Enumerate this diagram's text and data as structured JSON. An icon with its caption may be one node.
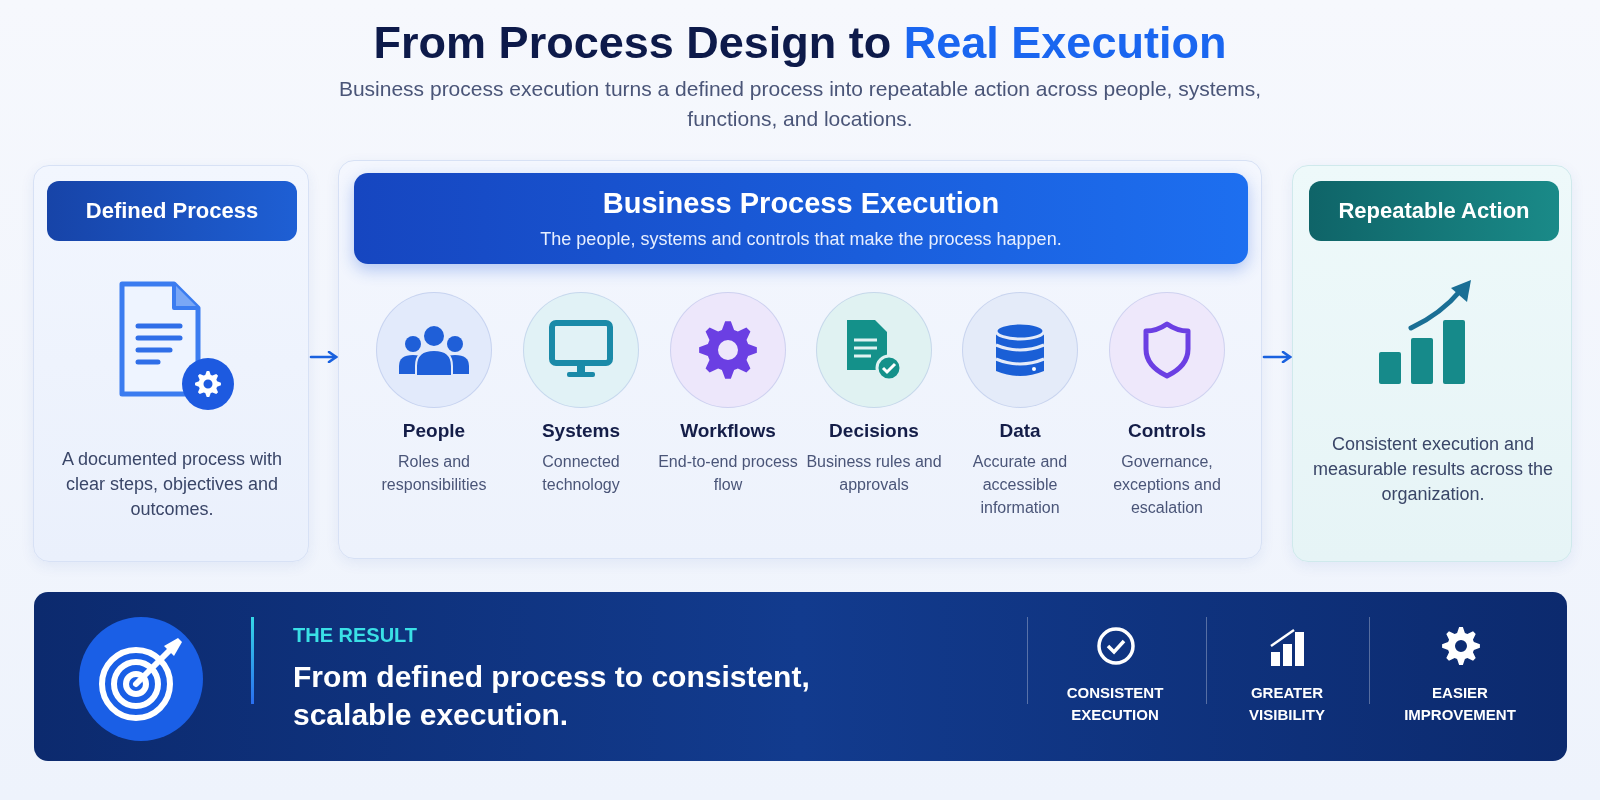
{
  "diagram": {
    "title": "From Process Design to Real Execution",
    "nodes": [
      {
        "text": [
          "Defined Process",
          "A documented process with clear steps, objectives and outcomes."
        ]
      },
      {
        "text": [
          "Business Process Execution",
          "The people, systems and controls that make the process happen."
        ]
      },
      {
        "text": [
          "People",
          "Roles and responsibilities"
        ],
        "in": 1
      },
      {
        "text": [
          "Systems",
          "Connected technology"
        ],
        "in": 1
      },
      {
        "text": [
          "Workflows",
          "End-to-end process flow"
        ],
        "in": 1
      },
      {
        "text": [
          "Decisions",
          "Business rules and approvals"
        ],
        "in": 1
      },
      {
        "text": [
          "Data",
          "Accurate and accessible information"
        ],
        "in": 1
      },
      {
        "text": [
          "Controls",
          "Governance, exceptions and escalation"
        ],
        "in": 1
      },
      {
        "text": [
          "Repeatable Action",
          "Consistent execution and measurable results across the organization."
        ]
      },
      {
        "text": [
          "THE RESULT",
          "From defined process to consistent, scalable execution."
        ]
      }
    ],
    "edges": [
      {
        "from": 0,
        "to": 1,
        "arrow": "to"
      },
      {
        "from": 1,
        "to": 8,
        "arrow": "to"
      }
    ],
    "labels": [
      "Business process execution turns a defined process into repeatable action across people, systems, functions, and locations.",
      "CONSISTENT EXECUTION",
      "GREATER VISIBILITY",
      "EASIER IMPROVEMENT"
    ]
  }
}
